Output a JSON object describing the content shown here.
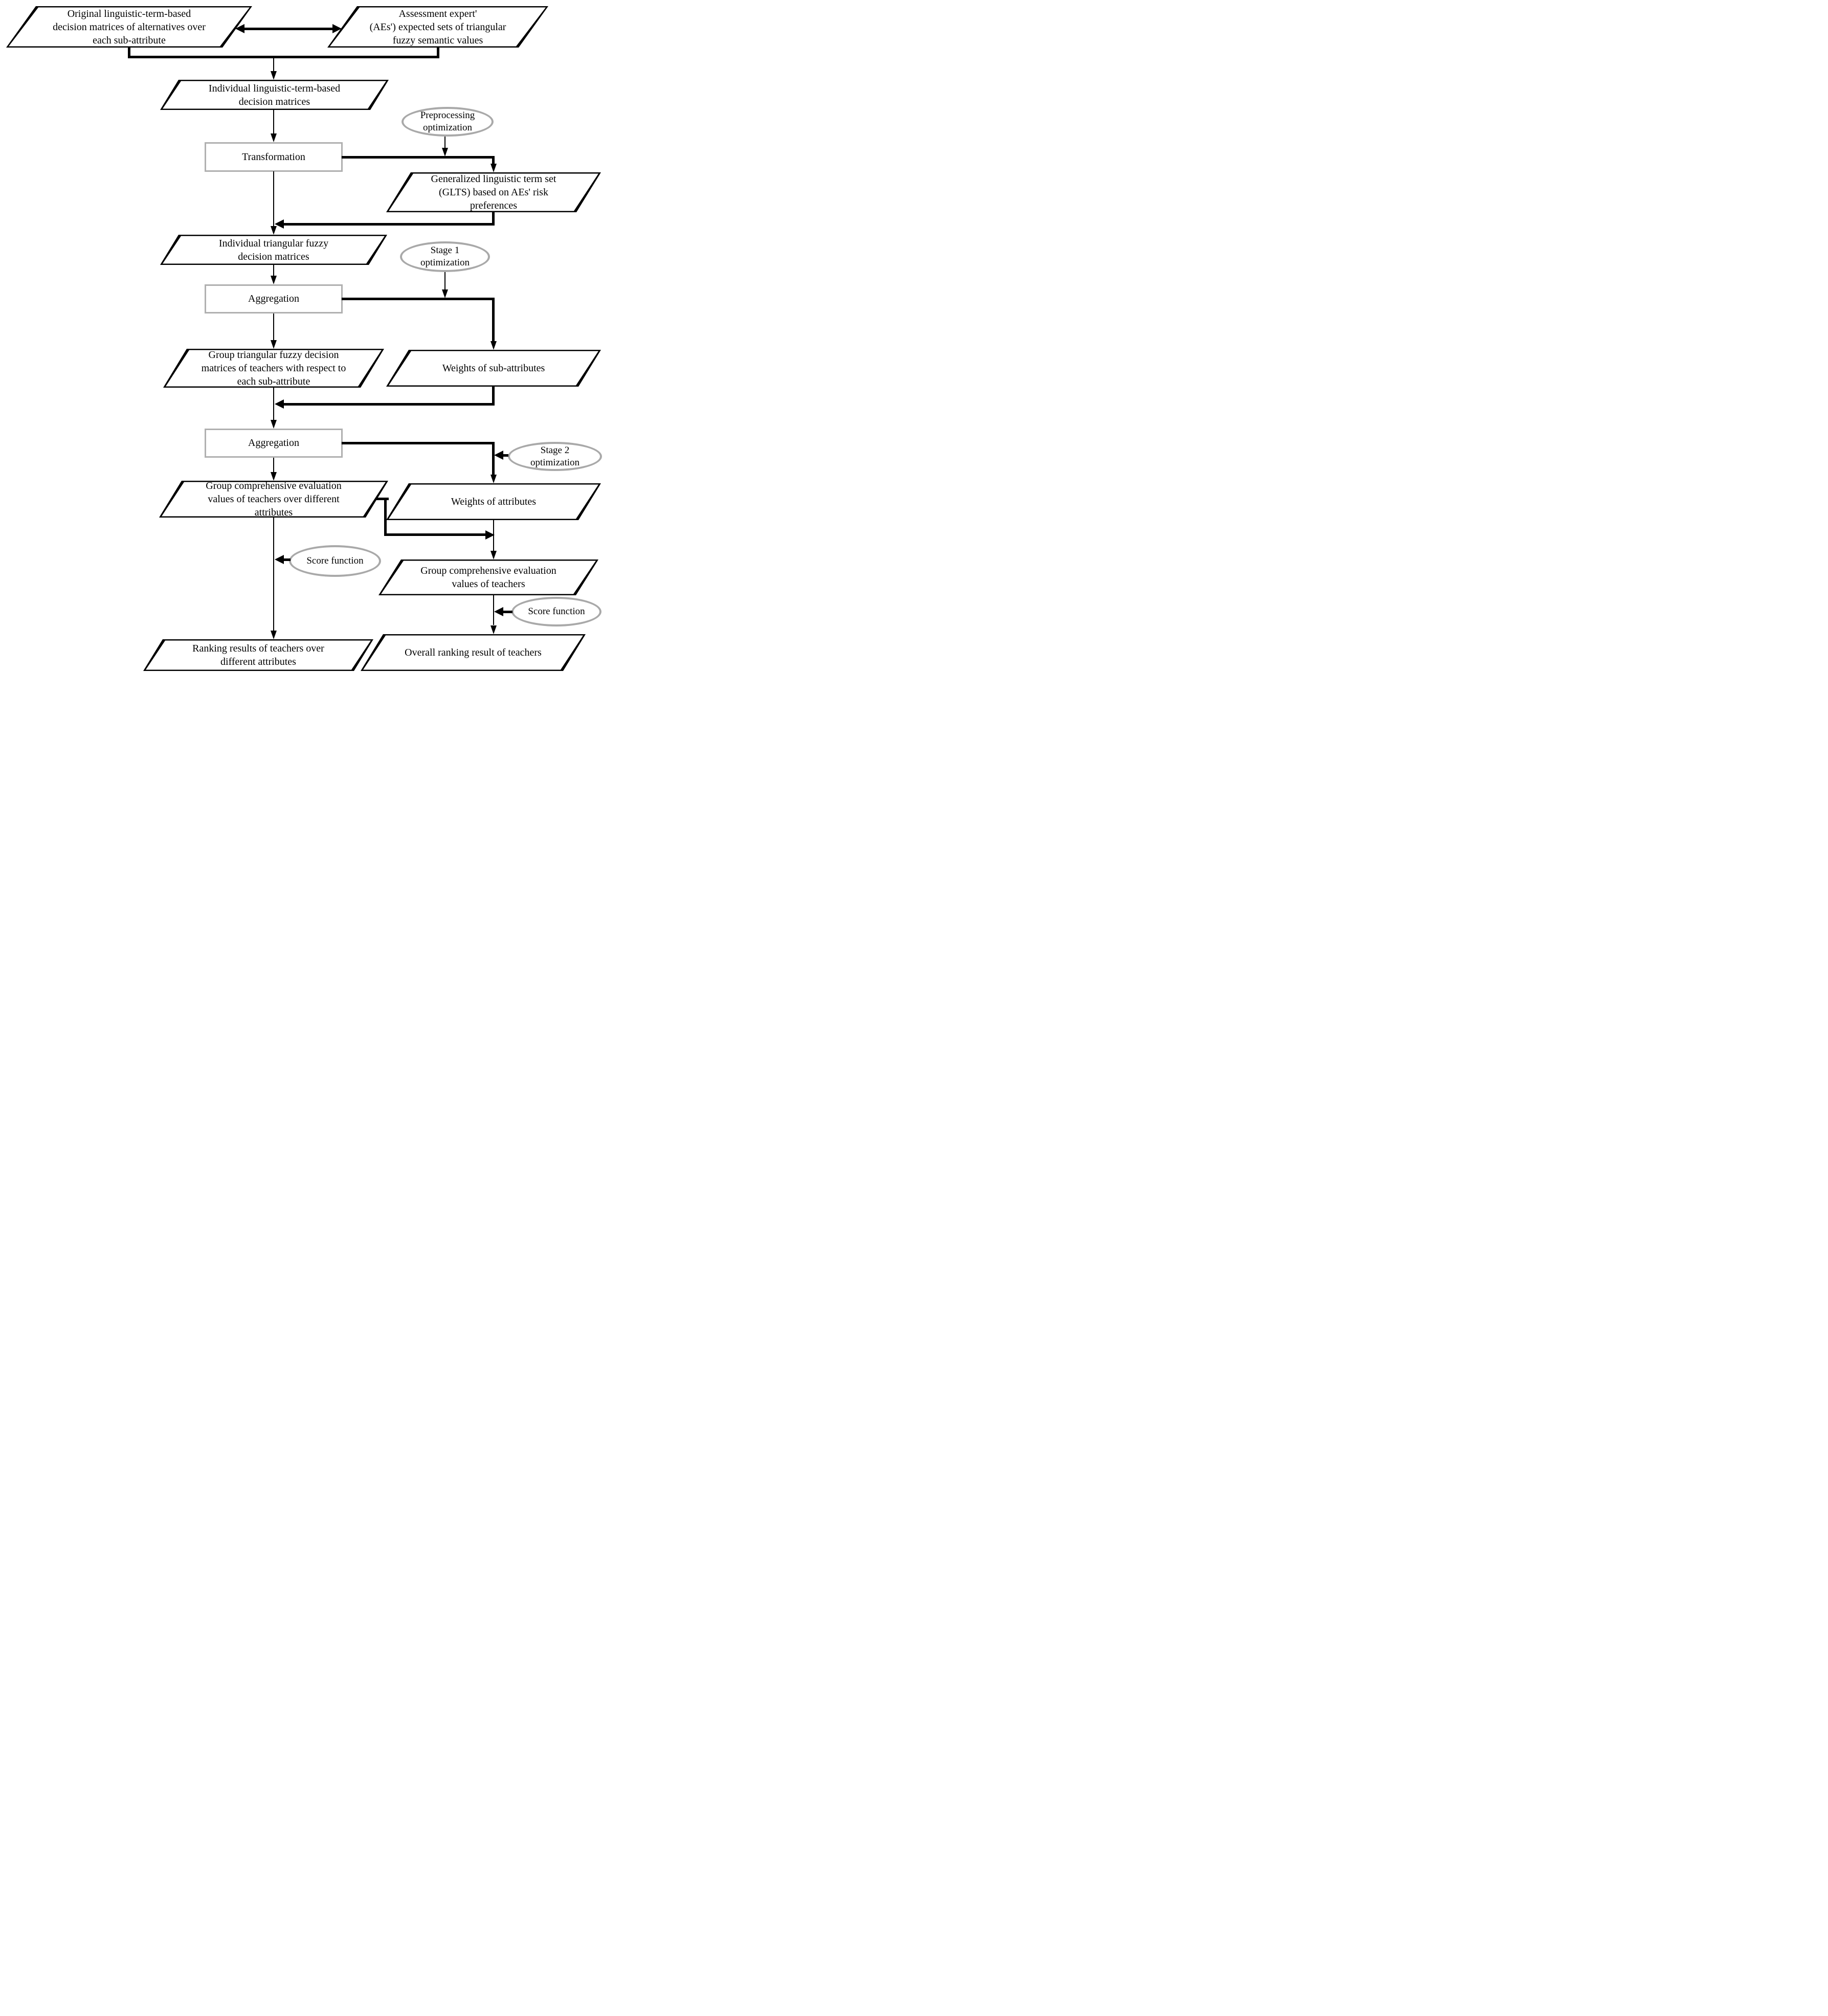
{
  "diagram": {
    "type": "flowchart",
    "background": "#ffffff",
    "colors": {
      "shape_border": "#000000",
      "process_border": "#b0b0b0",
      "ellipse_border": "#a9a9a9",
      "connector": "#000000",
      "text": "#000000"
    },
    "nodes": {
      "original_matrices": {
        "shape": "parallelogram",
        "label": "Original linguistic-term-based\ndecision matrices of alternatives over\neach sub-attribute"
      },
      "assessment_expert": {
        "shape": "parallelogram",
        "label": "Assessment expert'\n(AEs') expected sets of triangular\nfuzzy semantic values"
      },
      "individual_lt_matrices": {
        "shape": "parallelogram",
        "label": "Individual linguistic-term-based\ndecision matrices"
      },
      "preprocessing_optimization": {
        "shape": "ellipse",
        "label": "Preprocessing\noptimization"
      },
      "transformation": {
        "shape": "process",
        "label": "Transformation"
      },
      "glts": {
        "shape": "parallelogram",
        "label": "Generalized linguistic term set\n(GLTS) based on AEs' risk\npreferences"
      },
      "individual_tri_matrices": {
        "shape": "parallelogram",
        "label": "Individual triangular fuzzy\ndecision matrices"
      },
      "stage1_optimization": {
        "shape": "ellipse",
        "label": "Stage 1\noptimization"
      },
      "aggregation1": {
        "shape": "process",
        "label": "Aggregation"
      },
      "group_tri_matrices": {
        "shape": "parallelogram",
        "label": "Group triangular fuzzy decision\nmatrices of teachers with respect to\neach sub-attribute"
      },
      "weights_sub_attributes": {
        "shape": "parallelogram",
        "label": "Weights of sub-attributes"
      },
      "aggregation2": {
        "shape": "process",
        "label": "Aggregation"
      },
      "stage2_optimization": {
        "shape": "ellipse",
        "label": "Stage 2\noptimization"
      },
      "group_comp_diff_attributes": {
        "shape": "parallelogram",
        "label": "Group comprehensive evaluation\nvalues of teachers over different\nattributes"
      },
      "weights_attributes": {
        "shape": "parallelogram",
        "label": "Weights of attributes"
      },
      "group_comp_teachers": {
        "shape": "parallelogram",
        "label": "Group comprehensive evaluation\nvalues of teachers"
      },
      "score_function_left": {
        "shape": "ellipse",
        "label": "Score function"
      },
      "score_function_right": {
        "shape": "ellipse",
        "label": "Score function"
      },
      "ranking_results": {
        "shape": "parallelogram",
        "label": "Ranking results of teachers over\ndifferent attributes"
      },
      "overall_ranking": {
        "shape": "parallelogram",
        "label": "Overall ranking result of teachers"
      }
    }
  }
}
